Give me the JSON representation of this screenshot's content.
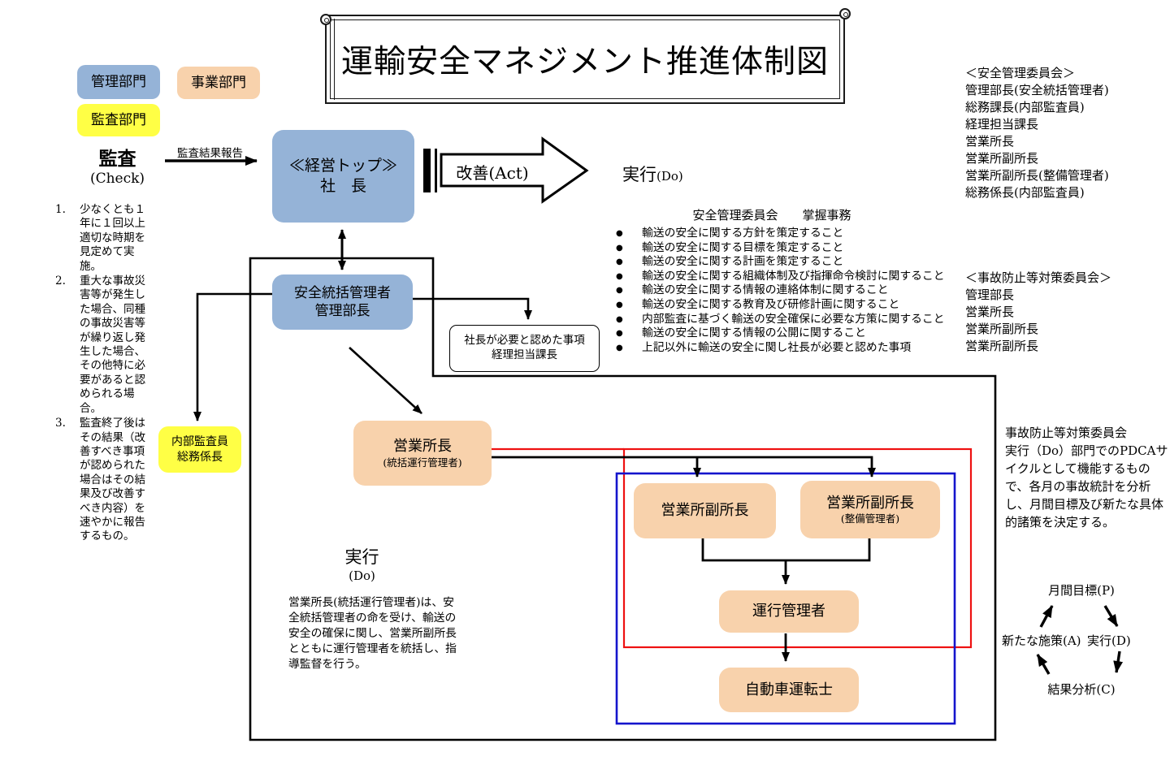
{
  "title": "運輸安全マネジメント推進体制図",
  "colors": {
    "management_blue": "#95B3D7",
    "business_tan": "#F8D2AC",
    "audit_yellow": "#FFFF45",
    "red_line": "#EE1111",
    "blue_line": "#1414CC",
    "black_line": "#000000"
  },
  "glyphs": {
    "bullet": "●"
  },
  "legend": {
    "management": "管理部門",
    "business": "事業部門",
    "audit": "監査部門"
  },
  "audit": {
    "label": "監査",
    "sub": "(Check)",
    "report_arrow_label": "監査結果報告",
    "notes": [
      {
        "num": "1.",
        "text": "少なくとも１年に１回以上適切な時期を見定めて実施。"
      },
      {
        "num": "2.",
        "text": "重大な事故災害等が発生した場合、同種の事故災害等が繰り返し発生した場合、その他特に必要があると認められる場合。"
      },
      {
        "num": "3.",
        "text": "監査終了後はその結果（改善すべき事項が認められた場合はその結果及び改善すべき内容）を速やかに報告するもの。"
      }
    ]
  },
  "top_box": {
    "line1": "≪経営トップ≫",
    "line2": "社　長"
  },
  "act_arrow_label": "改善(Act)",
  "do_top": {
    "main": "実行",
    "sub": "(Do)"
  },
  "safety_committee": {
    "header": "＜安全管理委員会＞",
    "members": [
      "管理部長(安全統括管理者)",
      "総務課長(内部監査員)",
      "経理担当課長",
      "営業所長",
      "営業所副所長",
      "営業所副所長(整備管理者)",
      "総務係長(内部監査員)"
    ]
  },
  "duties": {
    "title": "安全管理委員会　　掌握事務",
    "items": [
      "輸送の安全に関する方針を策定すること",
      "輸送の安全に関する目標を策定すること",
      "輸送の安全に関する計画を策定すること",
      "輸送の安全に関する組織体制及び指揮命令検討に関すること",
      "輸送の安全に関する情報の連絡体制に関すること",
      "輸送の安全に関する教育及び研修計画に関すること",
      "内部監査に基づく輸送の安全確保に必要な方策に関すること",
      "輸送の安全に関する情報の公開に関すること",
      "上記以外に輸送の安全に関し社長が必要と認めた事項"
    ]
  },
  "accident_committee": {
    "header": "＜事故防止等対策委員会＞",
    "members": [
      "管理部長",
      "営業所長",
      "営業所副所長",
      "営業所副所長"
    ]
  },
  "safety_manager_box": {
    "line1": "安全統括管理者",
    "line2": "管理部長"
  },
  "president_item_box": {
    "line1": "社長が必要と認めた事項",
    "line2": "経理担当課長"
  },
  "internal_auditor_box": {
    "line1": "内部監査員",
    "line2": "総務係長"
  },
  "office_manager_box": {
    "line1": "営業所長",
    "line2": "(統括運行管理者)"
  },
  "deputy_left_box": {
    "line1": "営業所副所長"
  },
  "deputy_right_box": {
    "line1": "営業所副所長",
    "line2": "(整備管理者)"
  },
  "operation_manager_box": {
    "line1": "運行管理者"
  },
  "driver_box": {
    "line1": "自動車運転士"
  },
  "do_bottom": {
    "main": "実行",
    "sub": "(Do)",
    "paragraph": "営業所長(統括運行管理者)は、安全統括管理者の命を受け、輸送の安全の確保に関し、営業所副所長とともに運行管理者を統括し、指導監督を行う。"
  },
  "side_note": {
    "line1": "事故防止等対策委員会",
    "body": "実行（Do）部門でのPDCAサイクルとして機能するもので、各月の事故統計を分析し、月間目標及び新たな具体的諸策を決定する。"
  },
  "pdca": {
    "p": "月間目標(P)",
    "d": "実行(D)",
    "c": "結果分析(C)",
    "a": "新たな施策(A)"
  }
}
